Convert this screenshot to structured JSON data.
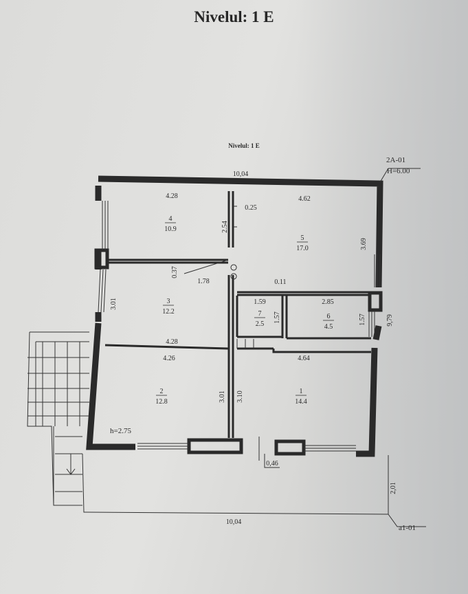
{
  "page_title": "Nivelul: 1 E",
  "plan_title": "Nivelul: 1 E",
  "building_code": "2A-01",
  "building_height": "H=6.00",
  "plot_code": "a1-01",
  "ceiling_height": "h=2.75",
  "dimensions": {
    "top_width": "10,04",
    "bottom_width": "10,04",
    "right_depth": "9,79",
    "front_depth": "2,01",
    "offset": "0,46",
    "d_428_top": "4.28",
    "d_462": "4.62",
    "d_025": "0.25",
    "d_254": "2.54",
    "d_369": "3.69",
    "d_037": "0.37",
    "d_178": "1.78",
    "d_011": "0.11",
    "d_301_left": "3.01",
    "d_159": "1.59",
    "d_285": "2.85",
    "d_157_a": "1.57",
    "d_157_b": "1.57",
    "d_428_mid": "4.28",
    "d_426": "4.26",
    "d_464": "4.64",
    "d_301_mid": "3.01",
    "d_310": "3.10"
  },
  "rooms": [
    {
      "number": "1",
      "area": "14.4"
    },
    {
      "number": "2",
      "area": "12.8"
    },
    {
      "number": "3",
      "area": "12.2"
    },
    {
      "number": "4",
      "area": "10.9"
    },
    {
      "number": "5",
      "area": "17.0"
    },
    {
      "number": "6",
      "area": "4.5"
    },
    {
      "number": "7",
      "area": "2.5"
    }
  ]
}
